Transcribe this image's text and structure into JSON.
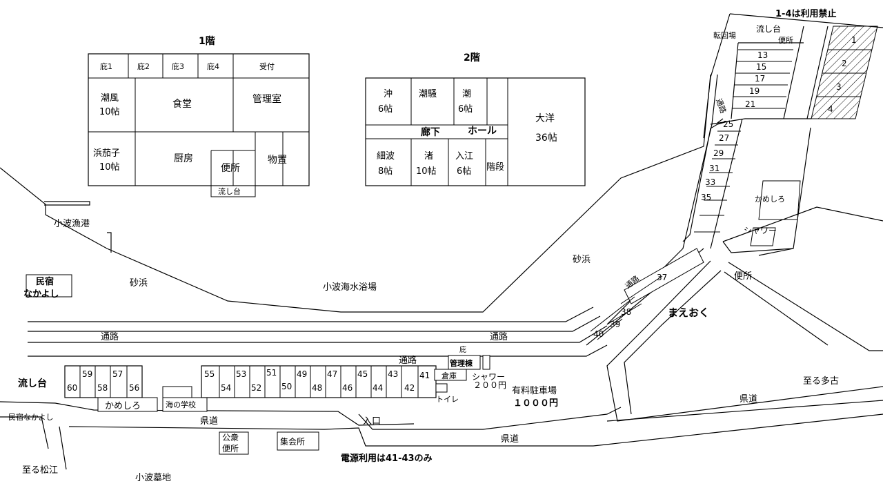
{
  "floor1": {
    "title": "1階",
    "rooms": {
      "hisashi1": "庇1",
      "hisashi2": "庇2",
      "hisashi3": "庇3",
      "hisashi4": "庇4",
      "reception": "受付",
      "shiokaze": "潮風",
      "shiokaze_size": "10帖",
      "dining": "食堂",
      "office": "管理室",
      "hamanasu": "浜茄子",
      "hamanasu_size": "10帖",
      "kitchen": "厨房",
      "toilet": "便所",
      "storage": "物置",
      "sink": "流し台"
    }
  },
  "floor2": {
    "title": "2階",
    "rooms": {
      "oki": "沖",
      "oki_size": "6帖",
      "shiosai": "潮騒",
      "ushio": "潮",
      "ushio_size": "6帖",
      "taiyo": "大洋",
      "taiyo_size": "36帖",
      "corridor": "廊下",
      "hall": "ホール",
      "sazanami": "細波",
      "sazanami_size": "8帖",
      "nagisa": "渚",
      "nagisa_size": "10帖",
      "irie": "入江",
      "irie_size": "6帖",
      "stairs": "階段"
    }
  },
  "labels": {
    "no_use": "1-4は利用禁止",
    "turnaround": "転回場",
    "sink_top": "流し台",
    "toilet_top": "便所",
    "road_diag": "通路",
    "road_diag2": "通路",
    "kameshiro_right": "かめしろ",
    "shower_right": "シャワー",
    "toilet_right": "便所",
    "maeoku": "まえおく",
    "sand_right": "砂浜",
    "sand_left": "砂浜",
    "harbor": "小波漁港",
    "beach": "小波海水浴場",
    "inn": "民宿",
    "inn2": "なかよし",
    "road1": "通路",
    "road2": "通路",
    "road3": "通路",
    "sink_bottom": "流し台",
    "kameshiro_bottom": "かめしろ",
    "umi_school": "海の学校",
    "hisashi": "庇",
    "kanritou": "管理棟",
    "souko": "倉庫",
    "shower_price": "シャワー",
    "shower_price2": "２００円",
    "toilet_bottom": "トイレ",
    "parking": "有料駐車場",
    "parking_price": "１０００円",
    "to_tako": "至る多古",
    "kendo1": "県道",
    "kendo2": "県道",
    "kendo3": "県道",
    "inn_nakayoshi": "民宿なかよし",
    "entrance": "入口",
    "public_toilet1": "公衆",
    "public_toilet2": "便所",
    "hall_meeting": "集会所",
    "power_note": "電源利用は41-43のみ",
    "to_matsue": "至る松江",
    "cemetery": "小波墓地"
  },
  "sites_hatched": [
    "1",
    "2",
    "3",
    "4"
  ],
  "sites_top": [
    "13",
    "15",
    "17",
    "19",
    "21"
  ],
  "sites_diag": [
    "25",
    "27",
    "29",
    "31",
    "33",
    "35"
  ],
  "sites_lower": [
    "37",
    "38",
    "39",
    "40"
  ],
  "sites_bottom": {
    "s60": "60",
    "s59": "59",
    "s58": "58",
    "s57": "57",
    "s56": "56",
    "s55": "55",
    "s54": "54",
    "s53": "53",
    "s52": "52",
    "s51": "51",
    "s50": "50",
    "s49": "49",
    "s48": "48",
    "s47": "47",
    "s46": "46",
    "s45": "45",
    "s44": "44",
    "s43": "43",
    "s42": "42",
    "s41": "41"
  }
}
